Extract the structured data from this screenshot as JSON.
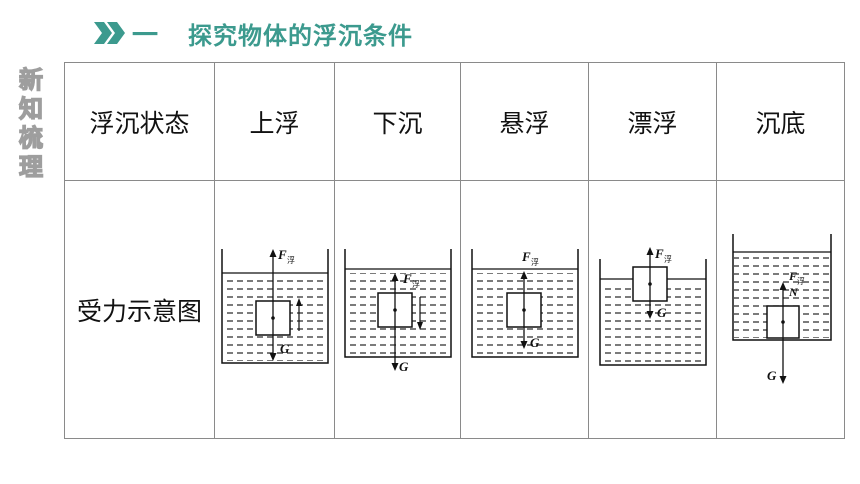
{
  "header": {
    "section_number": "一",
    "title": "探究物体的浮沉条件",
    "accent": "#3c9a8e"
  },
  "sidebar": {
    "chars": [
      "新",
      "知",
      "梳",
      "理"
    ]
  },
  "table": {
    "row1_header": "浮沉状态",
    "states": [
      "上浮",
      "下沉",
      "悬浮",
      "漂浮",
      "沉底"
    ],
    "row2_header": "受力示意图"
  },
  "force_labels": {
    "buoyancy": "F",
    "buoyancy_sub": "浮",
    "gravity": "G",
    "normal": "N"
  }
}
